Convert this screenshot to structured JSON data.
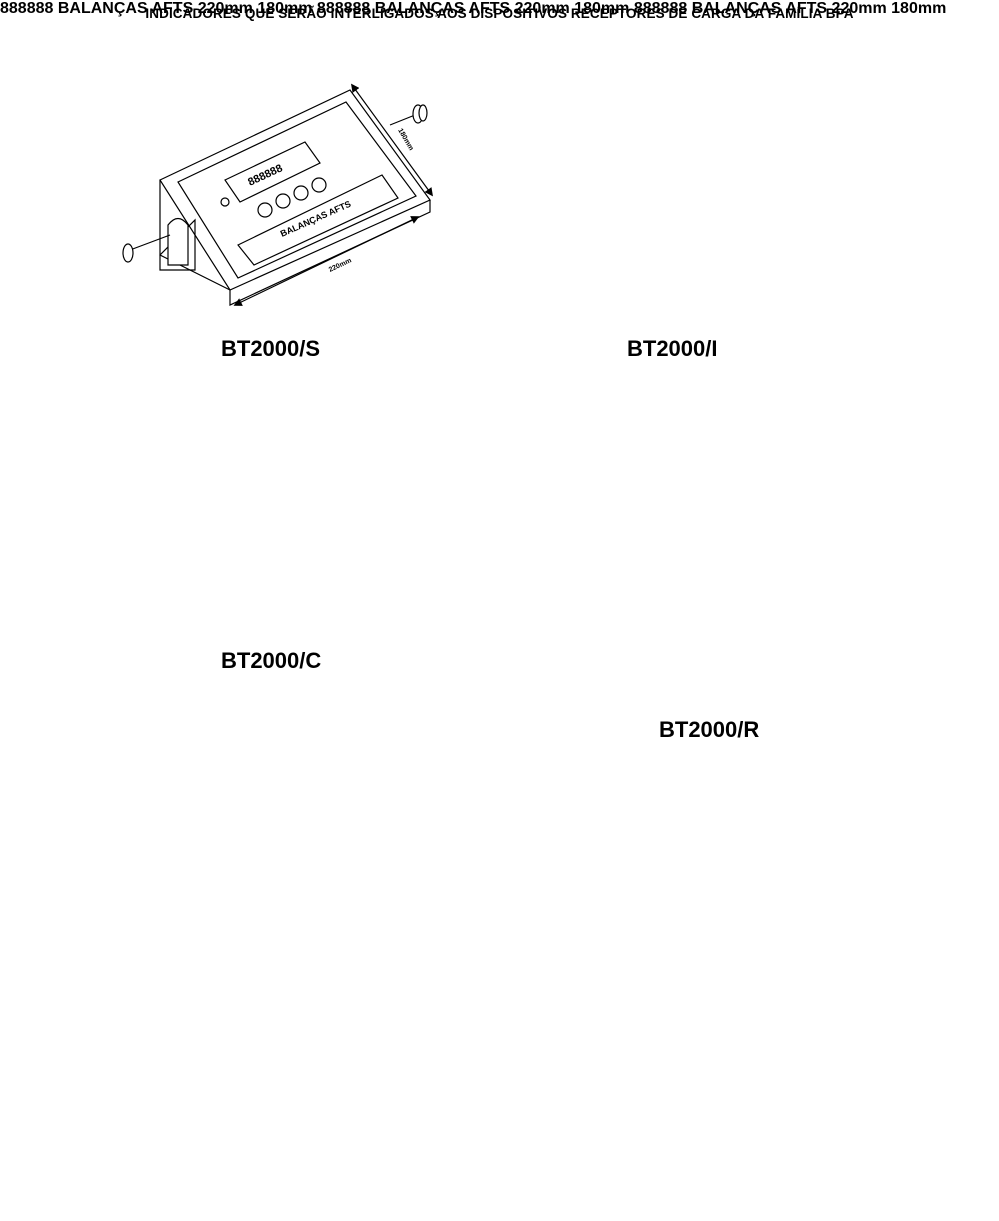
{
  "title": "INDICADORES QUE SERÃO INTERLIGADOS AOS DISPOSITIVOS RECEPTORES DE CARGA DA FAMÍLIA BPA",
  "models": {
    "s": "BT2000/S",
    "i": "BT2000/I",
    "c": "BT2000/C",
    "r": "BT2000/R"
  },
  "brand": "BALANÇAS AFTS",
  "dimensions": {
    "width": "220mm",
    "height": "180mm"
  },
  "display_digits": "888888"
}
